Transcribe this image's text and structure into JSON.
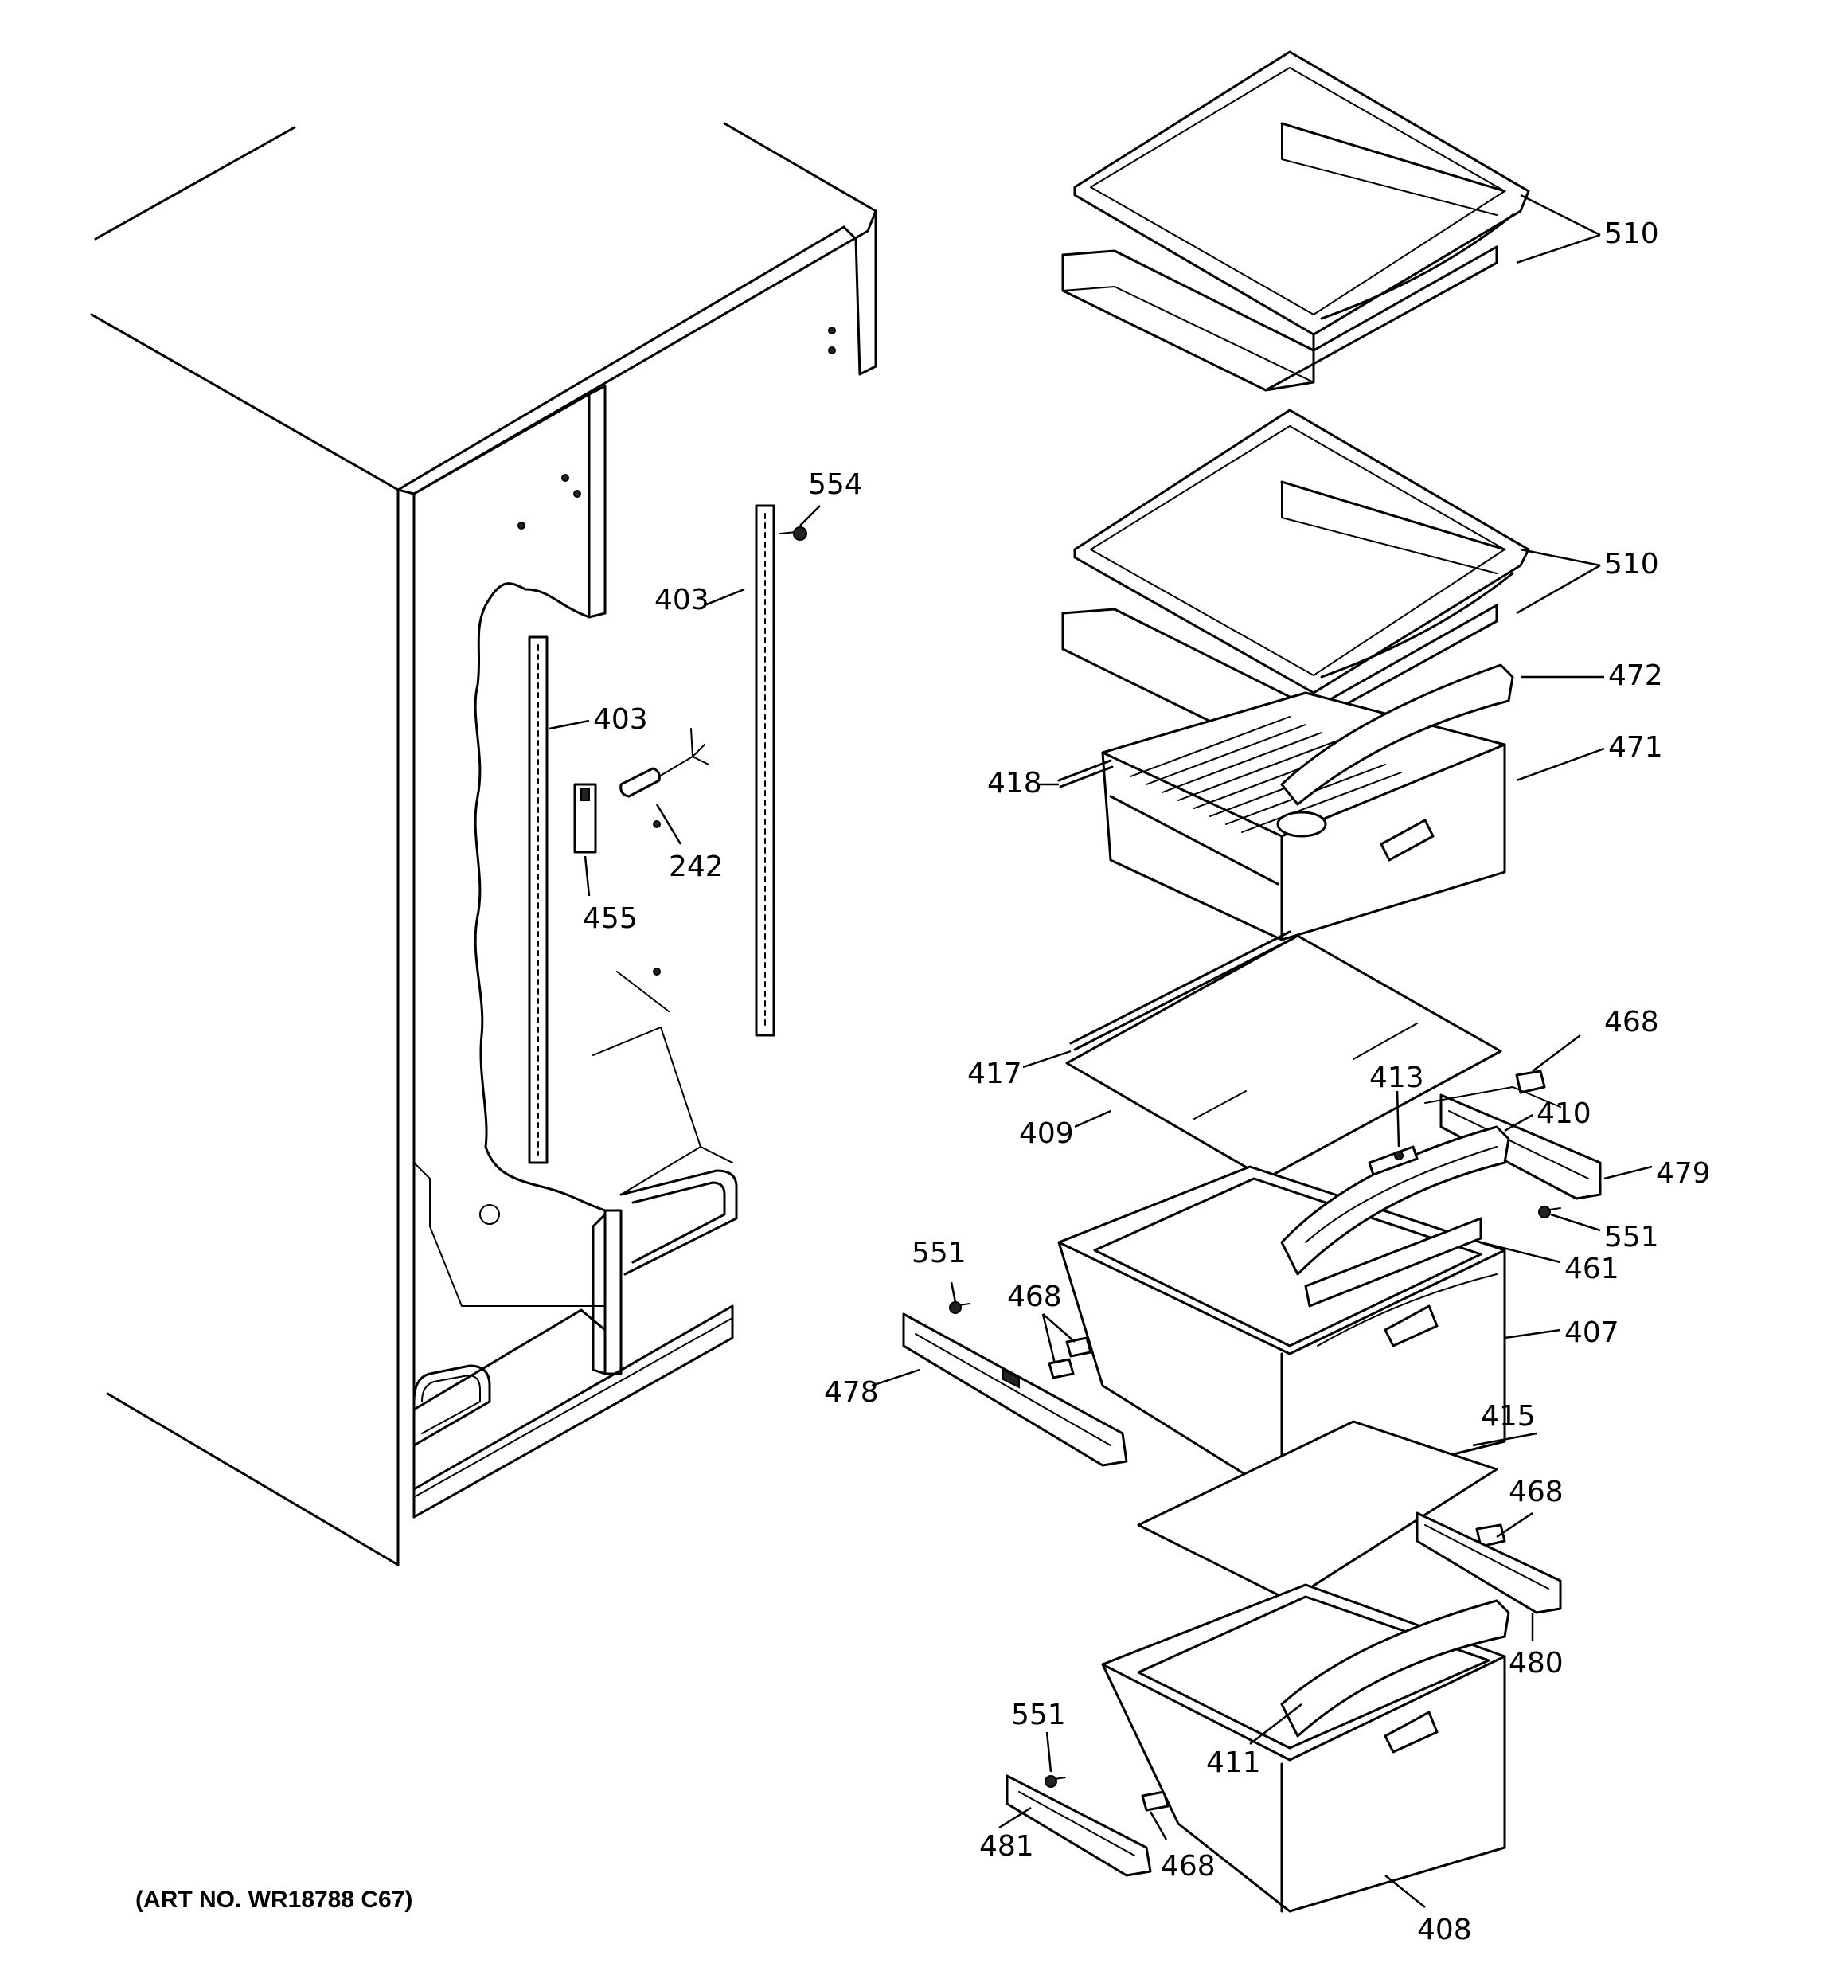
{
  "diagram": {
    "labels": {
      "p510a": "510",
      "p510b": "510",
      "p554": "554",
      "p403a": "403",
      "p403b": "403",
      "p472": "472",
      "p471": "471",
      "p418": "418",
      "p242": "242",
      "p455": "455",
      "p468a": "468",
      "p417": "417",
      "p413": "413",
      "p410": "410",
      "p409": "409",
      "p479": "479",
      "p551a": "551",
      "p461": "461",
      "p551b": "551",
      "p468b": "468",
      "p407": "407",
      "p478": "478",
      "p415": "415",
      "p468c": "468",
      "p480": "480",
      "p551c": "551",
      "p411": "411",
      "p481": "481",
      "p468d": "468",
      "p408": "408"
    },
    "art_number": "(ART NO. WR18788 C67)"
  }
}
